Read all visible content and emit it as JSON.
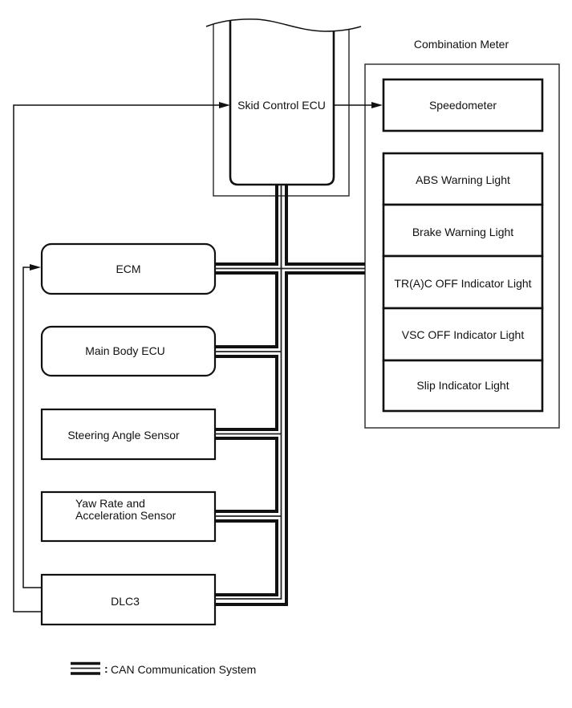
{
  "diagram": {
    "skid_control_ecu": {
      "label": "Skid Control ECU"
    },
    "combination_meter": {
      "title": "Combination Meter",
      "speedometer": "Speedometer",
      "indicators": [
        "ABS Warning Light",
        "Brake Warning Light",
        "TR(A)C OFF Indicator Light",
        "VSC OFF Indicator Light",
        "Slip Indicator Light"
      ]
    },
    "nodes": {
      "ecm": "ECM",
      "main_body_ecu": "Main Body ECU",
      "steering_angle_sensor": "Steering Angle Sensor",
      "yaw_rate_sensor": [
        "Yaw Rate and",
        "Acceleration Sensor"
      ],
      "dlc3": "DLC3"
    },
    "connections": [
      {
        "from": "DLC3",
        "to": "Skid Control ECU",
        "type": "direct-wire"
      },
      {
        "from": "DLC3",
        "to": "ECM",
        "type": "direct-wire"
      },
      {
        "from": "Skid Control ECU",
        "to": "Speedometer",
        "type": "direct-wire"
      },
      {
        "bus": "CAN",
        "members": [
          "Skid Control ECU",
          "ECM",
          "Combination Meter",
          "Main Body ECU",
          "Steering Angle Sensor",
          "Yaw Rate and Acceleration Sensor",
          "DLC3"
        ]
      }
    ],
    "legend": {
      "separator": ":",
      "label": "CAN Communication System"
    }
  },
  "colors": {
    "line": "#111111",
    "background": "#ffffff"
  }
}
